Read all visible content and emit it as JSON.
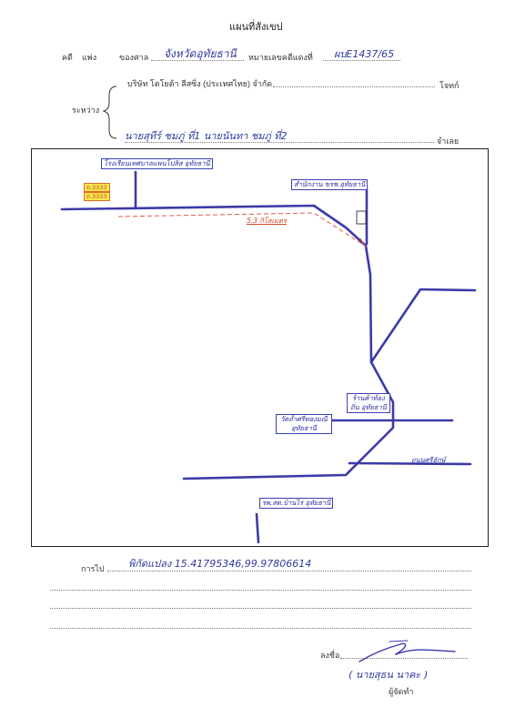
{
  "title": "แผนที่สังเขป",
  "header": {
    "case_label": "คดี",
    "case_type": "แพ่ง",
    "court_label": "ของศาล",
    "court_name": "จังหวัดอุทัยธานี",
    "case_no_label": "หมายเลขคดีแดงที่",
    "case_no": "ผบE1437/65"
  },
  "parties": {
    "between_label": "ระหว่าง",
    "plaintiff": "บริษัท โตโยต้า ลีสซิ่ง (ประเทศไทย) จำกัด",
    "plaintiff_role": "โจทก์",
    "defendant": "นายสุทีร์ ชมภู่ ที่1 นายนันทา ชมภู่ ที่2",
    "defendant_role": "จำเลย"
  },
  "map": {
    "labels": {
      "school": "โรงเรียนเทศบาลแพนโปลิส อุทัยธานี",
      "office": "สำนักงาน ขรช.อุทัยธานี",
      "distance": "5.3 กิโลเมตร",
      "shop": "ร้านค้าท้องถิ่น อุทัยธานี",
      "temple": "วัดถ้ำศรีทองมณี อุทัยธานี",
      "road": "ถนนศรีอักษ์",
      "hospital": "รพ.สต.บ้านไร่ อุทัยธานี",
      "route_a": "ถ.3333",
      "route_b": "ถ.3333"
    },
    "colors": {
      "road": "#3c3aa8",
      "route": "#e05a4e"
    }
  },
  "directions": {
    "label": "การไป",
    "value": "พิกัดแปลง 15.41795346,99.97806614"
  },
  "signature": {
    "sign_label": "ลงชื่อ",
    "name": "( นายสุธน นาคะ )",
    "role": "ผู้จัดทำ"
  }
}
